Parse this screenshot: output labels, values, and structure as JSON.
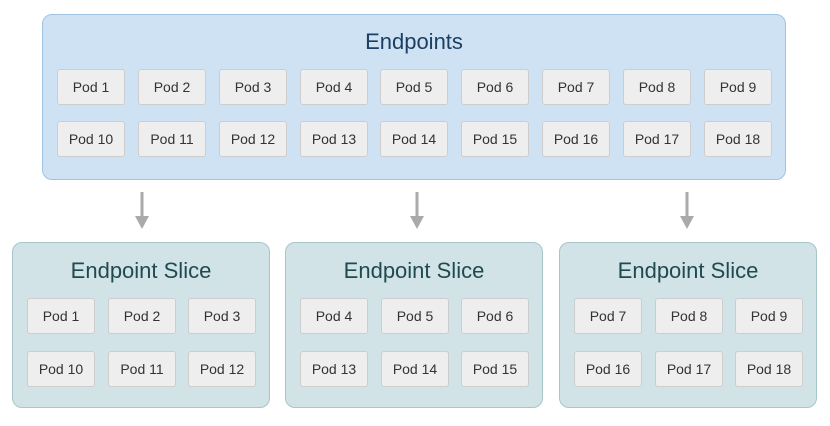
{
  "endpoints": {
    "title": "Endpoints",
    "pods": [
      "Pod 1",
      "Pod 2",
      "Pod 3",
      "Pod 4",
      "Pod 5",
      "Pod 6",
      "Pod 7",
      "Pod 8",
      "Pod 9",
      "Pod 10",
      "Pod 11",
      "Pod 12",
      "Pod 13",
      "Pod 14",
      "Pod 15",
      "Pod 16",
      "Pod 17",
      "Pod 18"
    ]
  },
  "slices": [
    {
      "title": "Endpoint Slice",
      "pods": [
        "Pod 1",
        "Pod 2",
        "Pod 3",
        "Pod 10",
        "Pod 11",
        "Pod 12"
      ]
    },
    {
      "title": "Endpoint Slice",
      "pods": [
        "Pod 4",
        "Pod 5",
        "Pod 6",
        "Pod 13",
        "Pod 14",
        "Pod 15"
      ]
    },
    {
      "title": "Endpoint Slice",
      "pods": [
        "Pod 7",
        "Pod 8",
        "Pod 9",
        "Pod 16",
        "Pod 17",
        "Pod 18"
      ]
    }
  ],
  "colors": {
    "endpoints_fill": "#cfe2f3",
    "slice_fill": "#d1e3e6",
    "pod_fill": "#eeeeee",
    "arrow": "#aaaaaa"
  }
}
